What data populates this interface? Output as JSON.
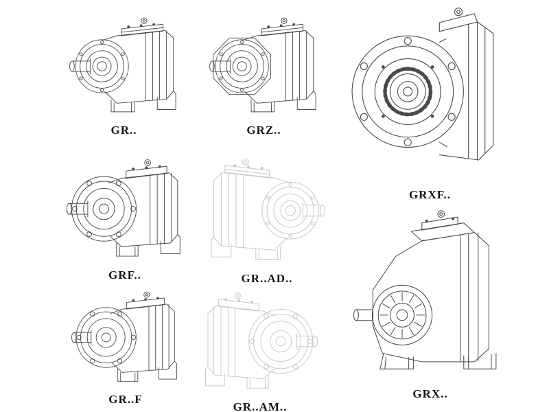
{
  "page": {
    "background": "#ffffff",
    "line_color": "#4a4a48",
    "phantom_line_color": "#cdc5bf"
  },
  "figures": [
    {
      "id": "gr",
      "label": "GR.."
    },
    {
      "id": "grz",
      "label": "GRZ.."
    },
    {
      "id": "grxf",
      "label": "GRXF.."
    },
    {
      "id": "grf",
      "label": "GRF.."
    },
    {
      "id": "grad",
      "label": "GR..AD.."
    },
    {
      "id": "grfoot",
      "label": "GR..F"
    },
    {
      "id": "gram",
      "label": "GR..AM.."
    },
    {
      "id": "grx",
      "label": "GRX.."
    }
  ]
}
